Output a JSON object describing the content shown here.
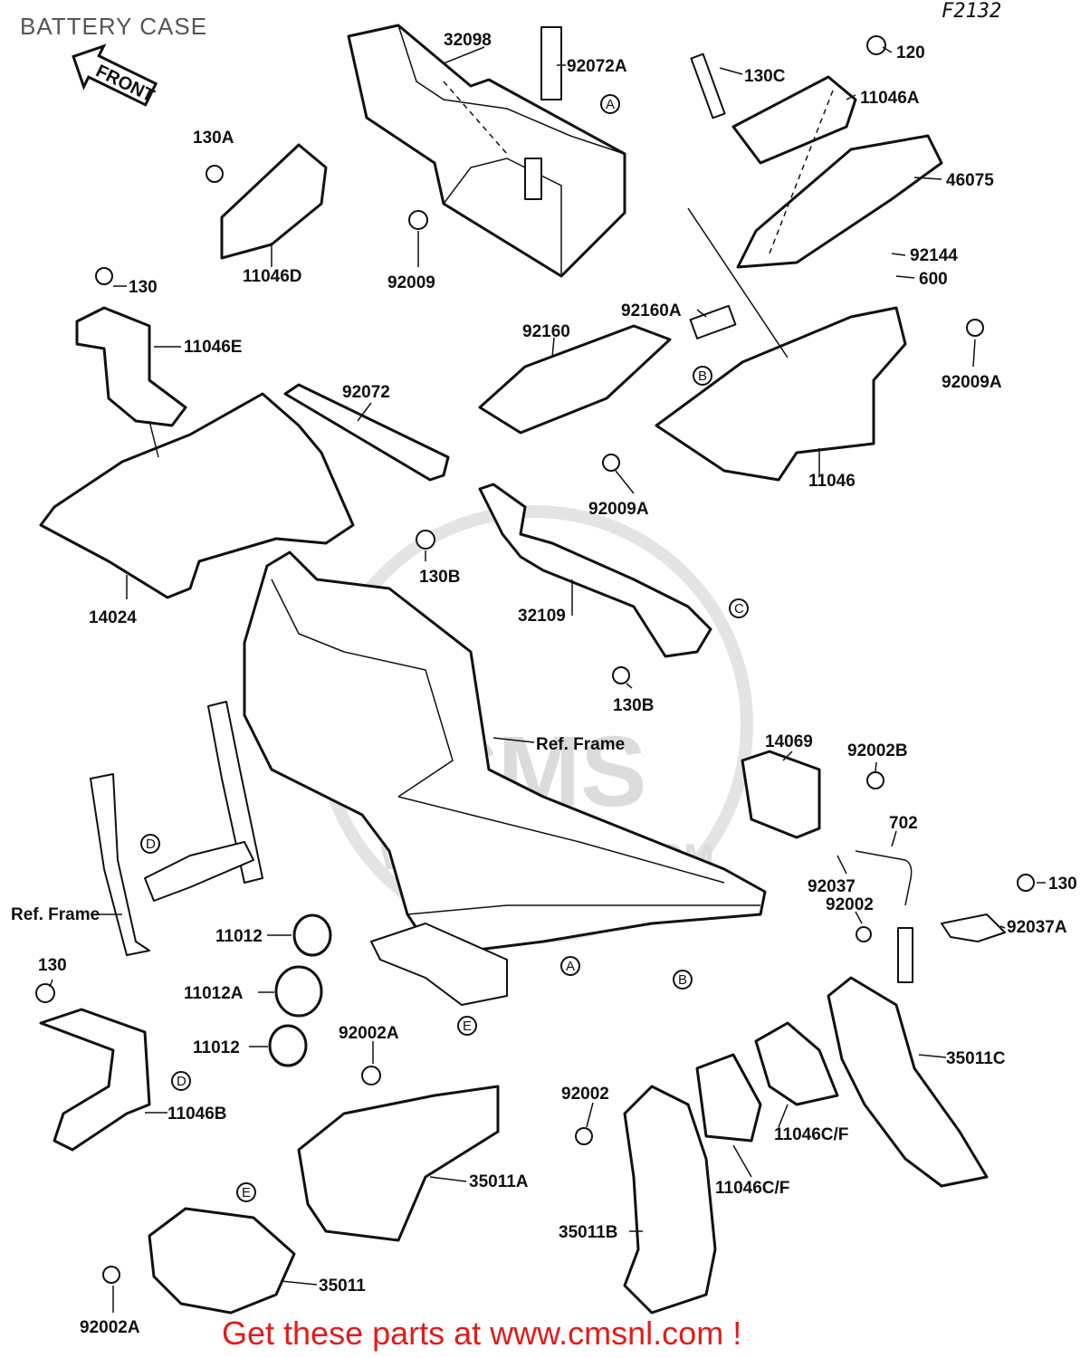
{
  "title": "BATTERY CASE",
  "figure_number": "F2132",
  "footer": "Get these parts at www.cmsnl.com !",
  "front_label": "FRONT",
  "watermark": "CMS",
  "watermark_url": "WWW.CMSNL.COM",
  "colors": {
    "footer": "#e21b1b",
    "title": "#555555",
    "line": "#111111"
  },
  "callouts": [
    "A",
    "B",
    "C",
    "D",
    "E"
  ],
  "ref_labels": [
    "Ref. Frame",
    "Ref. Frame"
  ],
  "parts": [
    "32098",
    "92072A",
    "120",
    "130C",
    "11046A",
    "46075",
    "92144",
    "600",
    "130A",
    "11046D",
    "92009",
    "130",
    "11046E",
    "92160A",
    "92160",
    "92009A",
    "92072",
    "11046",
    "92009A",
    "14024",
    "130B",
    "32109",
    "130B",
    "14069",
    "92002B",
    "702",
    "92037",
    "92002",
    "130",
    "92037A",
    "11012",
    "11012A",
    "11012",
    "130",
    "92002A",
    "35011C",
    "11046B",
    "92002",
    "11046C/F",
    "11046C/F",
    "35011A",
    "35011B",
    "35011",
    "92002A"
  ]
}
